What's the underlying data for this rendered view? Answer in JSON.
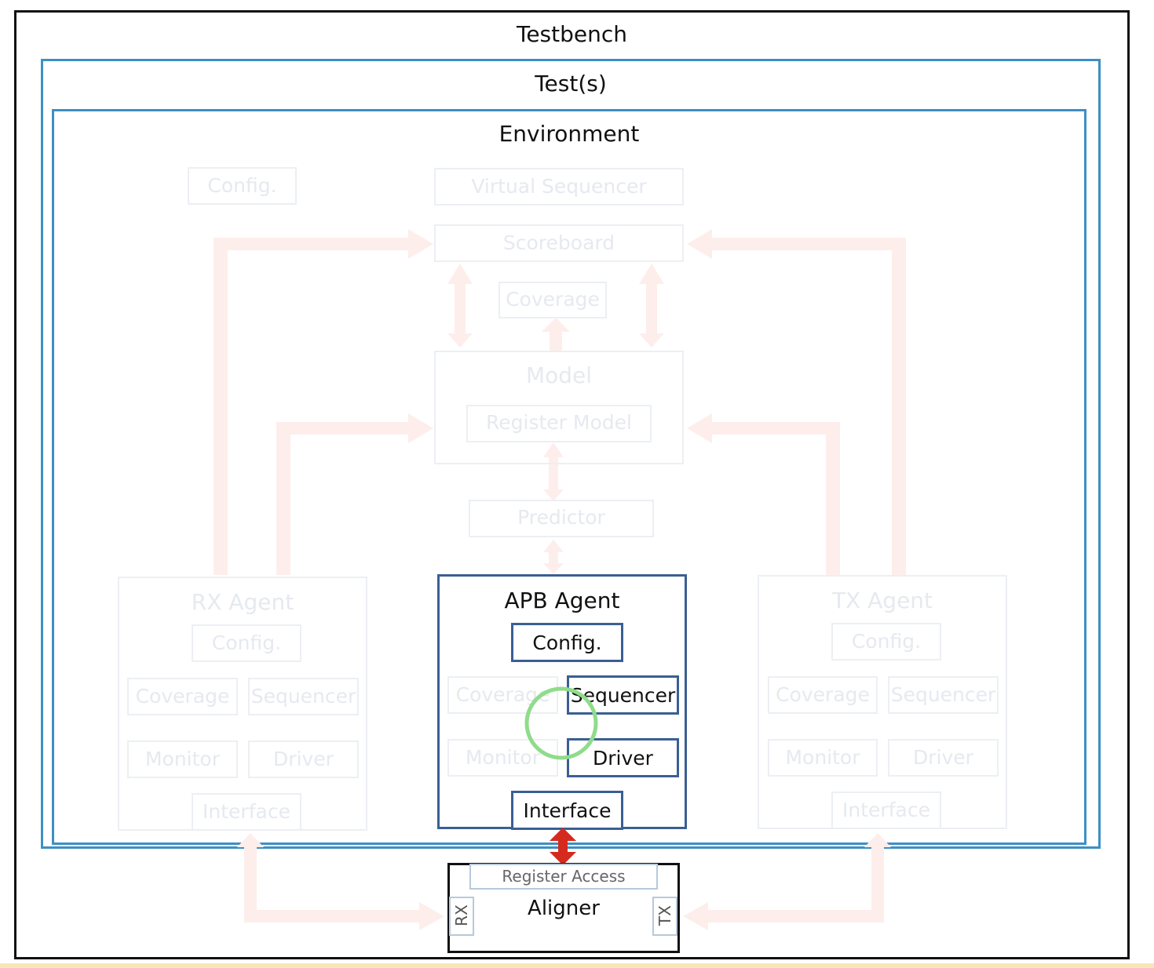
{
  "labels": {
    "testbench": "Testbench",
    "tests": "Test(s)",
    "environment": "Environment",
    "env_config": "Config.",
    "virtual_sequencer": "Virtual Sequencer",
    "scoreboard": "Scoreboard",
    "coverage": "Coverage",
    "model": "Model",
    "register_model": "Register Model",
    "predictor": "Predictor",
    "rx_agent": {
      "title": "RX Agent",
      "config": "Config.",
      "coverage": "Coverage",
      "sequencer": "Sequencer",
      "monitor": "Monitor",
      "driver": "Driver",
      "interface": "Interface"
    },
    "apb_agent": {
      "title": "APB Agent",
      "config": "Config.",
      "coverage": "Coverage",
      "sequencer": "Sequencer",
      "monitor": "Monitor",
      "driver": "Driver",
      "interface": "Interface"
    },
    "tx_agent": {
      "title": "TX Agent",
      "config": "Config.",
      "coverage": "Coverage",
      "sequencer": "Sequencer",
      "monitor": "Monitor",
      "driver": "Driver",
      "interface": "Interface"
    },
    "aligner": {
      "title": "Aligner",
      "register_access": "Register Access",
      "rx": "RX",
      "tx": "TX"
    }
  },
  "colors": {
    "outer_border": "#111111",
    "frame_blue": "#3d8fc4",
    "component_blue": "#3a5f93",
    "faded_arrow": "#fdeeec",
    "active_arrow": "#d42b1e",
    "highlight_circle": "#8fdc8a"
  }
}
